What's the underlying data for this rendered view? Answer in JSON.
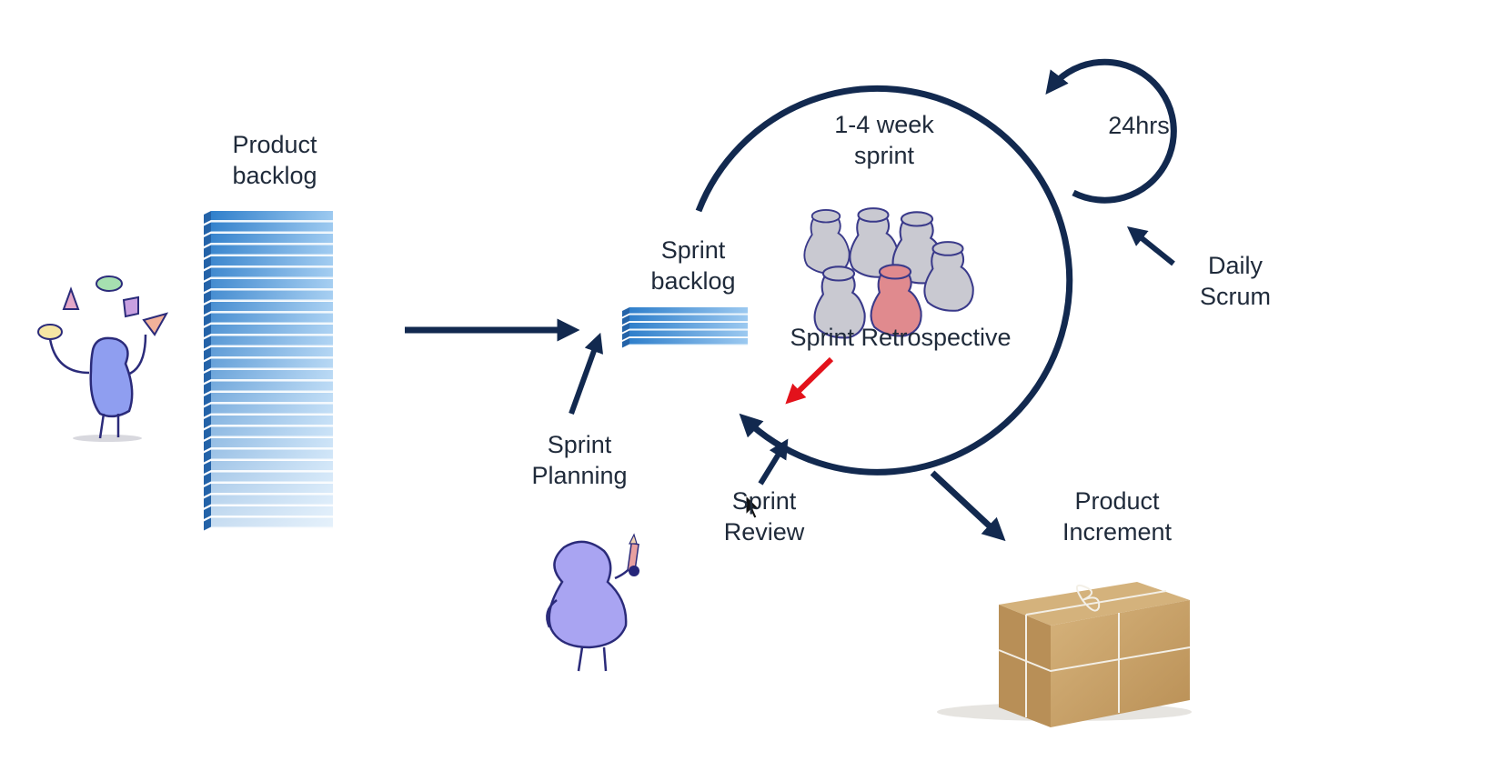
{
  "labels": {
    "product_backlog": [
      "Product",
      "backlog"
    ],
    "sprint_backlog": [
      "Sprint",
      "backlog"
    ],
    "sprint_planning": [
      "Sprint",
      "Planning"
    ],
    "sprint_length": [
      "1-4 week",
      "sprint"
    ],
    "daily_cycle": "24hrs",
    "daily_scrum": [
      "Daily",
      "Scrum"
    ],
    "sprint_retrospective": "Sprint Retrospective",
    "sprint_review": [
      "Sprint",
      "Review"
    ],
    "product_increment": [
      "Product",
      "Increment"
    ]
  },
  "colors": {
    "arrow_navy": "#12294f",
    "retrospective_arrow": "#e3121b",
    "backlog_blue": "#3f8fd3",
    "team_gray": "#c9c9d1",
    "team_highlight": "#e08a8e",
    "figure_purple": "#8f8ff0",
    "package_kraft": "#c9a36b"
  },
  "icons": [
    "juggler-figure",
    "product-backlog-stack-icon",
    "sprint-backlog-stack-icon",
    "team-figures-icon",
    "planner-figure-with-pencil",
    "package-icon",
    "mouse-cursor-icon"
  ]
}
